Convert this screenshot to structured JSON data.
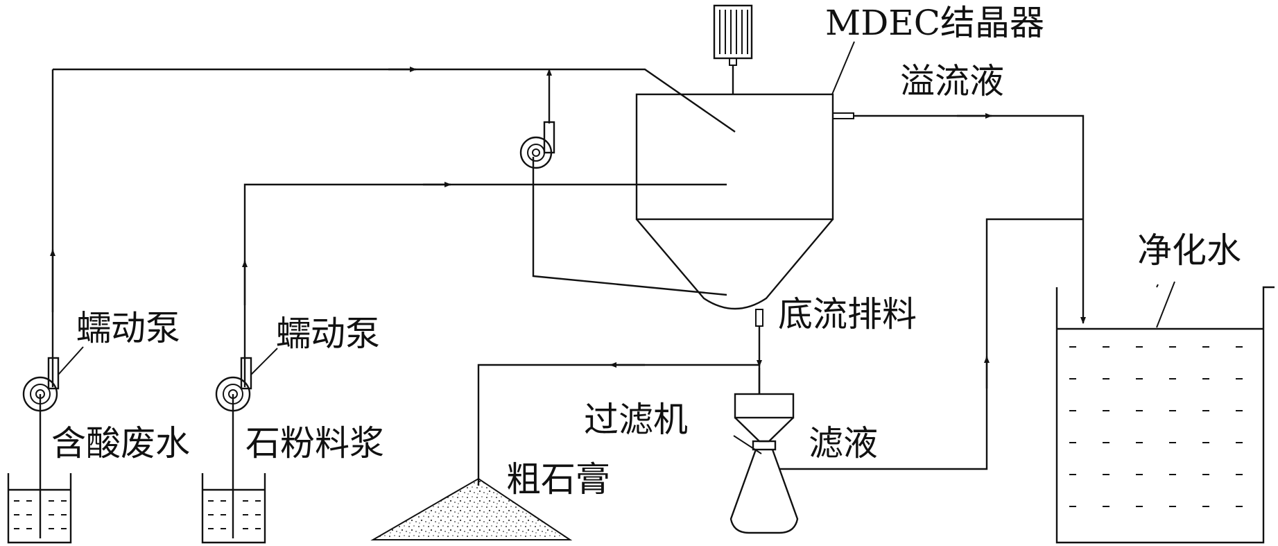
{
  "diagram": {
    "labels": {
      "crystallizer": "MDEC结晶器",
      "overflow": "溢流液",
      "purified_water": "净化水",
      "underflow": "底流排料",
      "pump_left": "蠕动泵",
      "pump_right": "蠕动泵",
      "acid_wastewater": "含酸废水",
      "limestone_slurry": "石粉料浆",
      "filter": "过滤机",
      "filtrate": "滤液",
      "crude_gypsum": "粗石膏"
    }
  }
}
